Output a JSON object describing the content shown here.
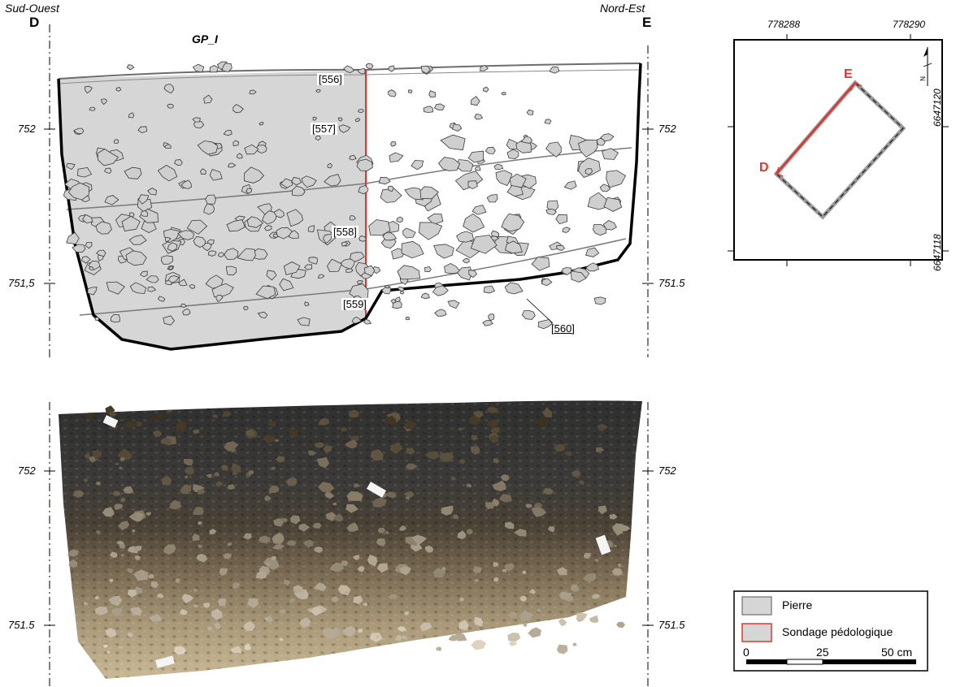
{
  "profile": {
    "dir_left": "Sud-Ouest",
    "dir_right": "Nord-Est",
    "letter_left": "D",
    "letter_right": "E",
    "title": "GP_I",
    "alt_left": [
      "752",
      "751,5"
    ],
    "alt_right": [
      "752",
      "751.5"
    ],
    "layers": [
      "[556]",
      "[557]",
      "[558]",
      "[559]",
      "[560]"
    ]
  },
  "photo": {
    "alt_left": [
      "752",
      "751.5"
    ],
    "alt_right": [
      "752",
      "751.5"
    ]
  },
  "map": {
    "x_coords": [
      "778288",
      "778290"
    ],
    "y_coords": [
      "6647120",
      "6647118"
    ],
    "letter_d": "D",
    "letter_e": "E",
    "north_label": "N"
  },
  "legend": {
    "items": [
      "Pierre",
      "Sondage pédologique"
    ],
    "scale_labels": [
      "0",
      "25",
      "50 cm"
    ]
  },
  "colors": {
    "soil_fill": "#d6d6d6",
    "stone_fill": "#cfcfcf",
    "section_line": "#e8332c",
    "outline": "#000000"
  }
}
